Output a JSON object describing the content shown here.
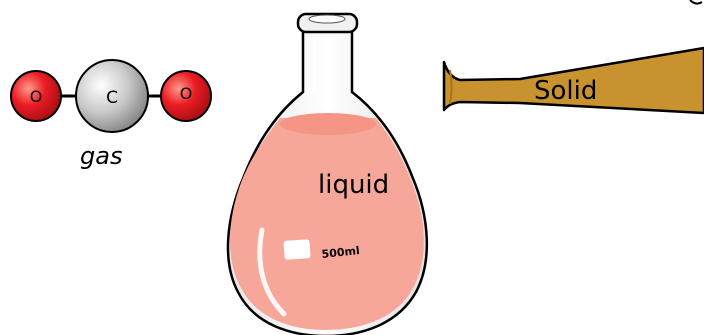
{
  "molecule": {
    "left_atom": "O",
    "center_atom": "C",
    "right_atom": "O",
    "oxygen_color": "#e8141b",
    "carbon_color": "#bdbdbd"
  },
  "labels": {
    "gas": "gas",
    "liquid": "liquid",
    "solid": "Solid"
  },
  "flask": {
    "volume_marking": "500ml",
    "liquid_color": "#f7a79a"
  },
  "bat": {
    "color": "#c8922e"
  }
}
